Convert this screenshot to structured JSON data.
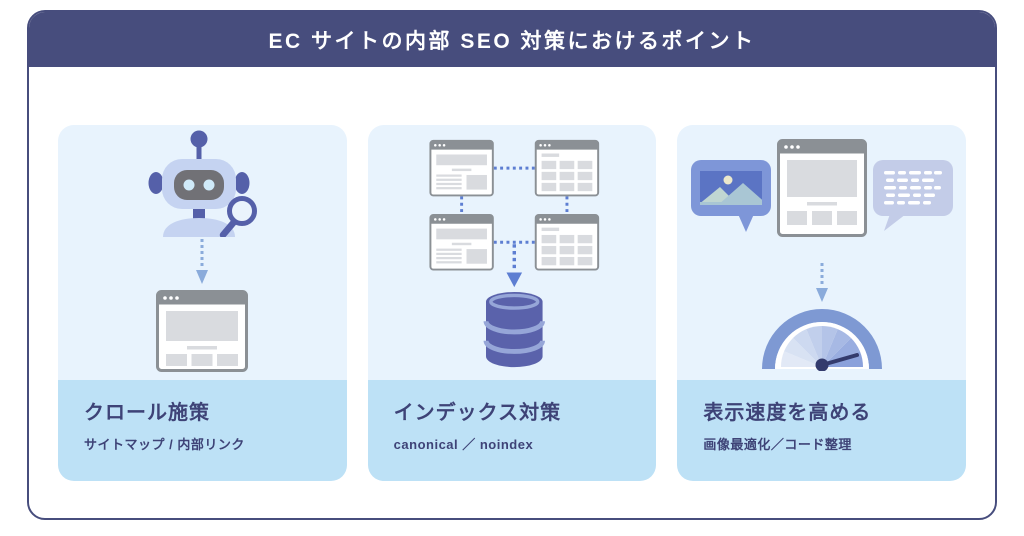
{
  "banner": {
    "title": "EC サイトの内部 SEO 対策におけるポイント"
  },
  "panels": [
    {
      "title": "クロール施策",
      "subtitle": "サイトマップ / 内部リンク",
      "icons": [
        "crawler-robot-icon",
        "magnifier-icon",
        "dotted-down-arrow-icon",
        "webpage-icon"
      ]
    },
    {
      "title": "インデックス対策",
      "subtitle": "canonical ／ noindex",
      "icons": [
        "linked-webpages-icon",
        "dotted-down-arrow-icon",
        "database-icon"
      ]
    },
    {
      "title": "表示速度を高める",
      "subtitle": "画像最適化／コード整理",
      "icons": [
        "image-bubble-icon",
        "webpage-icon",
        "code-bubble-icon",
        "dotted-down-arrow-icon",
        "speedometer-icon"
      ]
    }
  ],
  "colors": {
    "banner_bg": "#474d7d",
    "card_border": "#474d7d",
    "text_navy": "#3e4377",
    "art_bg": "#e8f3fd",
    "footer_bg": "#bde1f6",
    "window_gray": "#8b9095",
    "window_fill": "#d9dbdf",
    "robot_light": "#c5d3f1",
    "robot_dark": "#5560a9",
    "arrow_light": "#8aabdb",
    "connector_blue": "#5d7ed2",
    "database_purple": "#5a62ab",
    "database_stripe": "#96a6d8",
    "bubble_medium": "#7e96d8",
    "bubble_light": "#c3cce8",
    "gauge_band": "#7e99d3",
    "needle_navy": "#343b6d"
  }
}
